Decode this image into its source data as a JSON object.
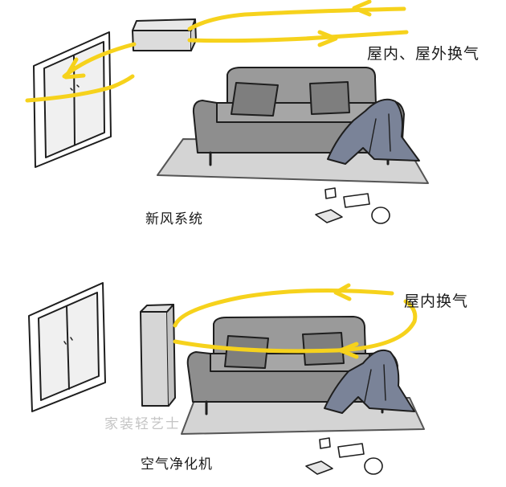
{
  "labels": {
    "top_exchange": "屋内、屋外换气",
    "top_caption": "新风系统",
    "bottom_exchange": "屋内换气",
    "bottom_caption": "空气净化机",
    "watermark": "家装轻艺士"
  },
  "colors": {
    "airflow": "#f6d21c",
    "sofa": "#9a9a9a",
    "sofa_dark": "#7e7e7e",
    "rug": "#d4d4d4",
    "blanket": "#7a8398",
    "outline": "#1e1e1e"
  }
}
